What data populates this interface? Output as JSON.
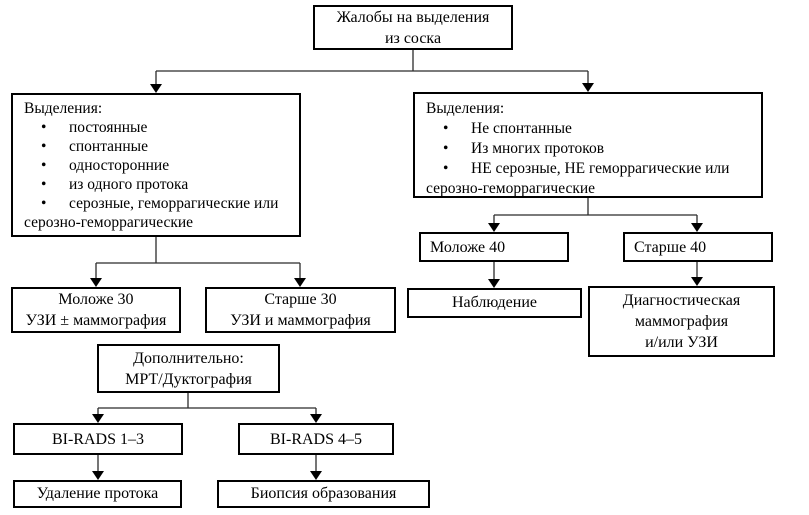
{
  "flowchart": {
    "root": {
      "label": "Жалобы на выделения\nиз соска"
    },
    "left_criteria": {
      "title": "Выделения:",
      "bullets": [
        "постоянные",
        "спонтанные",
        "односторонние",
        "из одного протока",
        "серозные, геморрагические или"
      ],
      "continuation": "серозно-геморрагические"
    },
    "right_criteria": {
      "title": "Выделения:",
      "bullets": [
        "Не спонтанные",
        "Из многих протоков",
        "НЕ серозные, НЕ геморрагические или"
      ],
      "continuation": "серозно-геморрагические"
    },
    "younger30": {
      "label": "Моложе 30\nУЗИ ± маммография"
    },
    "older30": {
      "label": "Старше 30\nУЗИ и маммография"
    },
    "additional": {
      "label": "Дополнительно:\nМРТ/Дуктография"
    },
    "birads_1_3": {
      "label": "BI-RADS 1–3"
    },
    "birads_4_5": {
      "label": "BI-RADS 4–5"
    },
    "duct_removal": {
      "label": "Удаление протока"
    },
    "biopsy": {
      "label": "Биопсия образования"
    },
    "younger40": {
      "label": "Моложе 40"
    },
    "older40": {
      "label": "Старше 40"
    },
    "observation": {
      "label": "Наблюдение"
    },
    "diagnostic": {
      "label": "Диагностическая\nмаммография\nи/или УЗИ"
    }
  },
  "glyphs": {
    "bullet": "•"
  },
  "colors": {
    "border": "#000000",
    "background": "#ffffff",
    "text": "#000000",
    "connector": "#2b2b2b",
    "arrowhead": "#000000"
  }
}
